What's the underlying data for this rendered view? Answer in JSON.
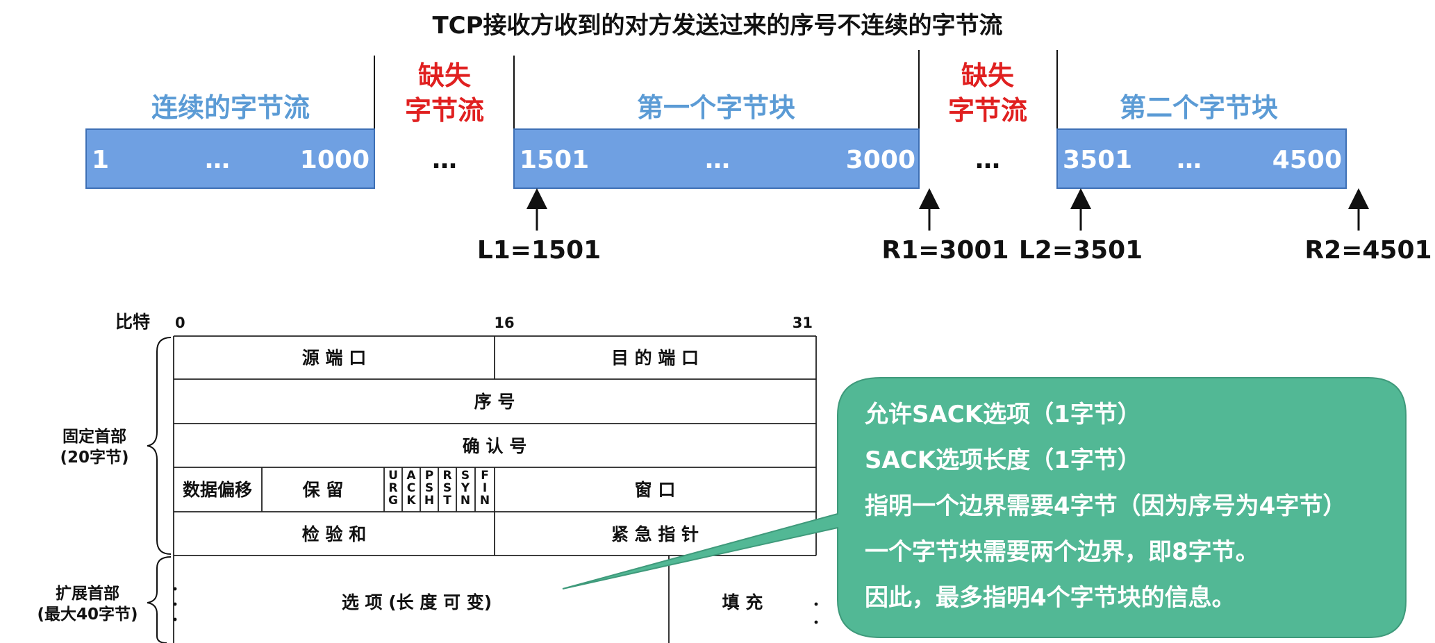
{
  "title": "TCP接收方收到的对方发送过来的序号不连续的字节流",
  "stream": {
    "blocks": [
      {
        "label": "连续的字节流",
        "start": "1",
        "dots": "…",
        "end": "1000"
      },
      {
        "label": "第一个字节块",
        "start": "1501",
        "dots": "…",
        "end": "3000"
      },
      {
        "label": "第二个字节块",
        "start": "3501",
        "dots": "…",
        "end": "4500"
      }
    ],
    "gaps": [
      {
        "line1": "缺失",
        "line2": "字节流",
        "dots": "…"
      },
      {
        "line1": "缺失",
        "line2": "字节流",
        "dots": "…"
      }
    ],
    "markers": [
      "L1=1501",
      "R1=3001",
      "L2=3501",
      "R2=4501"
    ]
  },
  "header": {
    "bits_label": "比特",
    "bit_ticks": [
      "0",
      "16",
      "31"
    ],
    "fixed_label_1": "固定首部",
    "fixed_label_2": "(20字节)",
    "ext_label_1": "扩展首部",
    "ext_label_2": "(最大40字节)",
    "source_port": "源 端 口",
    "dest_port": "目 的 端 口",
    "seq": "序  号",
    "ack": "确 认 号",
    "data_offset": "数据偏移",
    "reserved": "保  留",
    "flags": [
      [
        "U",
        "R",
        "G"
      ],
      [
        "A",
        "C",
        "K"
      ],
      [
        "P",
        "S",
        "H"
      ],
      [
        "R",
        "S",
        "T"
      ],
      [
        "S",
        "Y",
        "N"
      ],
      [
        "F",
        "I",
        "N"
      ]
    ],
    "window": "窗  口",
    "checksum": "检 验 和",
    "urgent_ptr": "紧 急 指 针",
    "options": "选 项 (长 度 可 变)",
    "padding": "填  充"
  },
  "callout": {
    "lines": [
      "允许SACK选项（1字节）",
      "SACK选项长度（1字节）",
      "指明一个边界需要4字节（因为序号为4字节）",
      "一个字节块需要两个边界，即8字节。",
      "因此，最多指明4个字节块的信息。"
    ]
  },
  "colors": {
    "block_fill": "#6fa0e2",
    "block_label": "#5b9bd5",
    "missing": "#e02020",
    "callout_fill": "#52b895",
    "callout_text": "#ffffff"
  }
}
